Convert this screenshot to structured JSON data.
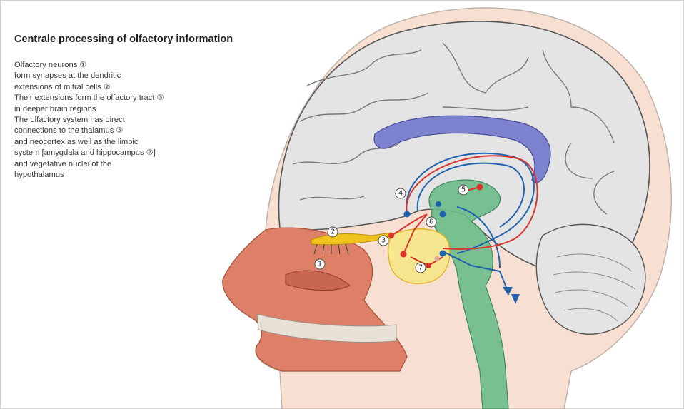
{
  "title": "Centrale processing of olfactory information",
  "description_lines": [
    "Olfactory neurons ①",
    "form synapses at the dendritic",
    "extensions of mitral cells ②",
    "Their extensions form the olfactory tract ③",
    "in deeper brain regions",
    "The olfactory system has direct",
    "connections to the thalamus ⑤",
    "and neocortex as well as the limbic",
    "system [amygdala and hippocampus ⑦]",
    "and vegetative nuclei of the",
    "hypothalamus"
  ],
  "markers": [
    "1",
    "2",
    "3",
    "4",
    "5",
    "6",
    "7"
  ],
  "colors": {
    "skin": "#f7e0d2",
    "cortex": "#e4e4e4",
    "corpus_callosum": "#7d82cf",
    "brainstem": "#6cbd8a",
    "nasal_tissue": "#dd8067",
    "olfactory_bulb": "#f0c21c",
    "limbic_region": "#f6e68f",
    "neuron_red": "#d8342c",
    "neuron_blue": "#1f62ad"
  }
}
